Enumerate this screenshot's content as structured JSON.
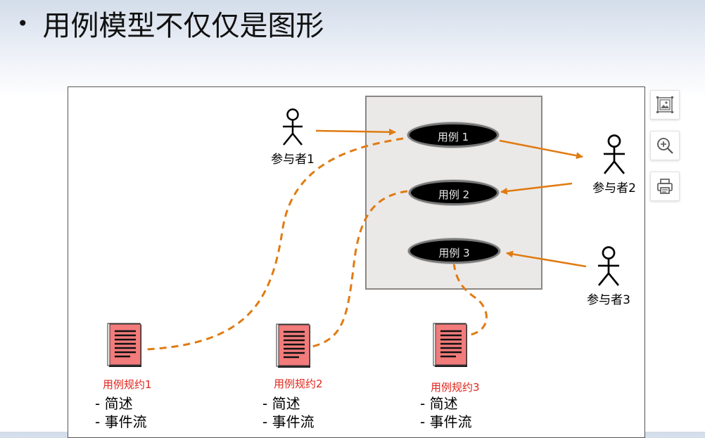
{
  "slide": {
    "bullet": "•",
    "title": "用例模型不仅仅是图形"
  },
  "diagram": {
    "use_cases": [
      {
        "label": "用例 1"
      },
      {
        "label": "用例 2"
      },
      {
        "label": "用例 3"
      }
    ],
    "actors": [
      {
        "label": "参与者1"
      },
      {
        "label": "参与者2"
      },
      {
        "label": "参与者3"
      }
    ],
    "specs": [
      {
        "label": "用例规约1",
        "items": [
          "- 简述",
          "- 事件流"
        ]
      },
      {
        "label": "用例规约2",
        "items": [
          "- 简述",
          "- 事件流"
        ]
      },
      {
        "label": "用例规约3",
        "items": [
          "- 简述",
          "- 事件流"
        ]
      }
    ],
    "colors": {
      "arrow": "#e07b12",
      "system_box": "#ebe9e7",
      "use_case": "#000000",
      "spec_label": "#e0251b",
      "document": "#f27b7b"
    }
  },
  "toolbar": {
    "icons": [
      "image-icon",
      "zoom-in-icon",
      "print-icon"
    ]
  }
}
